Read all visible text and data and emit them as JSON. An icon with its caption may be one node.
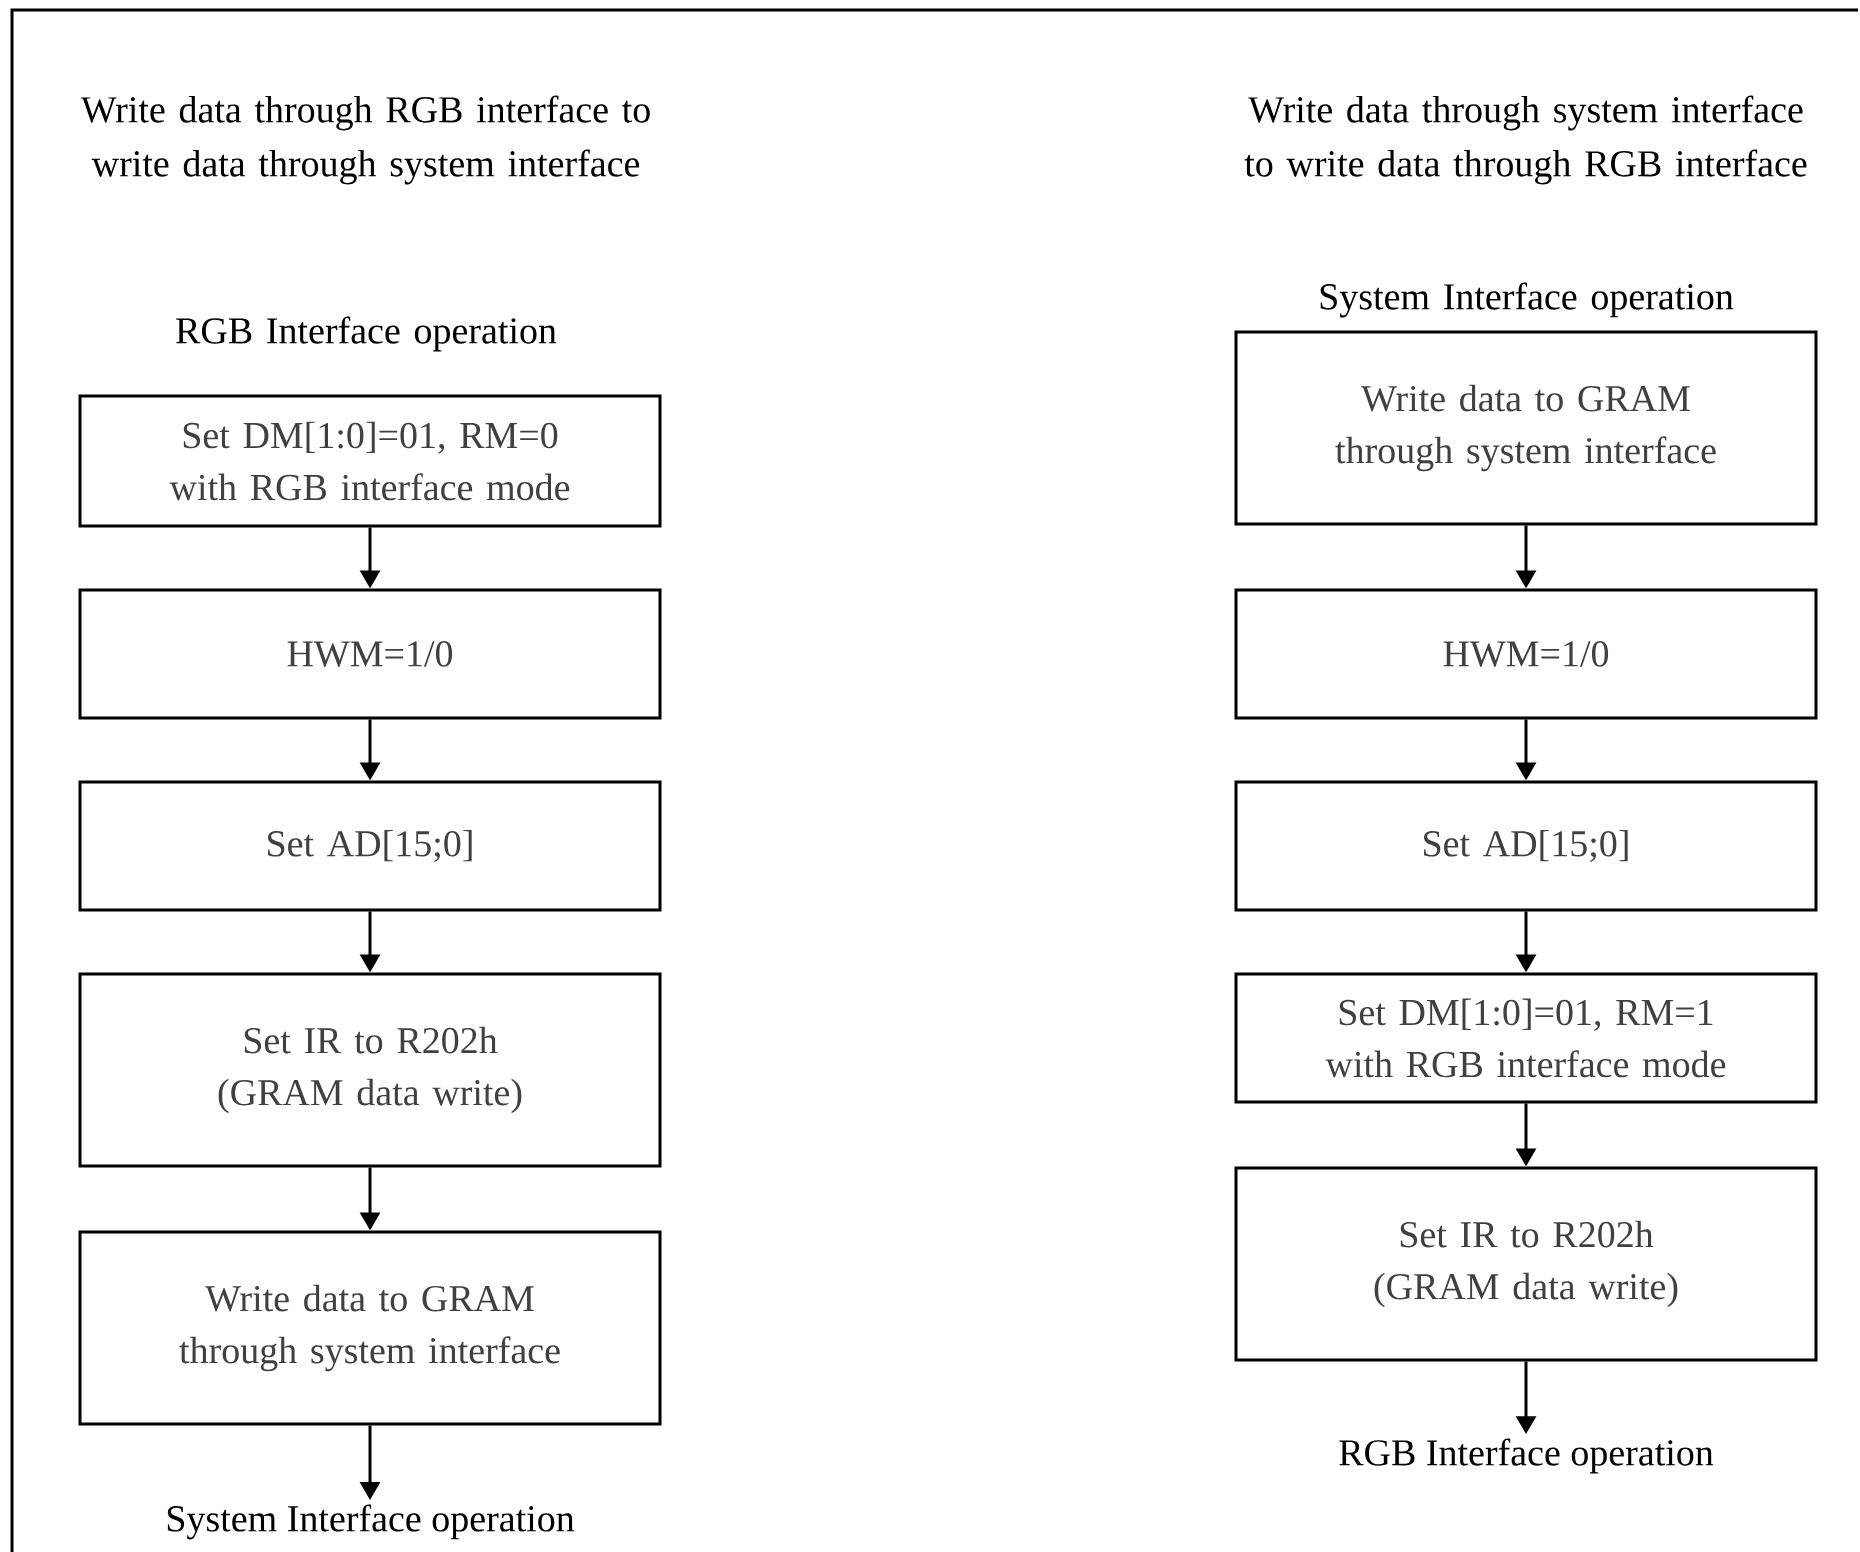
{
  "diagram": {
    "nodes": [
      {
        "text": [
          "Set DM[1:0]=01, RM=0 with RGB interface mode"
        ]
      },
      {
        "text": [
          "HWM=1/0"
        ]
      },
      {
        "text": [
          "Set AD[15;0]"
        ]
      },
      {
        "text": [
          "Set IR to R202h (GRAM data write)"
        ]
      },
      {
        "text": [
          "Write data to GRAM through system interface"
        ]
      },
      {
        "text": [
          "System Interface operation"
        ]
      },
      {
        "text": [
          "Write data to GRAM through system interface"
        ]
      },
      {
        "text": [
          "HWM=1/0"
        ]
      },
      {
        "text": [
          "Set AD[15;0]"
        ]
      },
      {
        "text": [
          "Set DM[1:0]=01, RM=1 with RGB interface mode"
        ]
      },
      {
        "text": [
          "Set IR to R202h (GRAM data write)"
        ]
      },
      {
        "text": [
          "RGB Interface operation"
        ]
      }
    ],
    "edges": [
      {
        "from": 0,
        "to": 1,
        "arrow": "to"
      },
      {
        "from": 1,
        "to": 2,
        "arrow": "to"
      },
      {
        "from": 2,
        "to": 3,
        "arrow": "to"
      },
      {
        "from": 3,
        "to": 4,
        "arrow": "to"
      },
      {
        "from": 4,
        "to": 5,
        "arrow": "to"
      },
      {
        "from": 6,
        "to": 7,
        "arrow": "to"
      },
      {
        "from": 7,
        "to": 8,
        "arrow": "to"
      },
      {
        "from": 8,
        "to": 9,
        "arrow": "to"
      },
      {
        "from": 9,
        "to": 10,
        "arrow": "to"
      },
      {
        "from": 10,
        "to": 11,
        "arrow": "to"
      }
    ],
    "labels": [
      "Write data through RGB interface to write data through system interface",
      "Write data through system interface to write data through RGB interface",
      "RGB Interface operation",
      "System Interface operation"
    ]
  }
}
